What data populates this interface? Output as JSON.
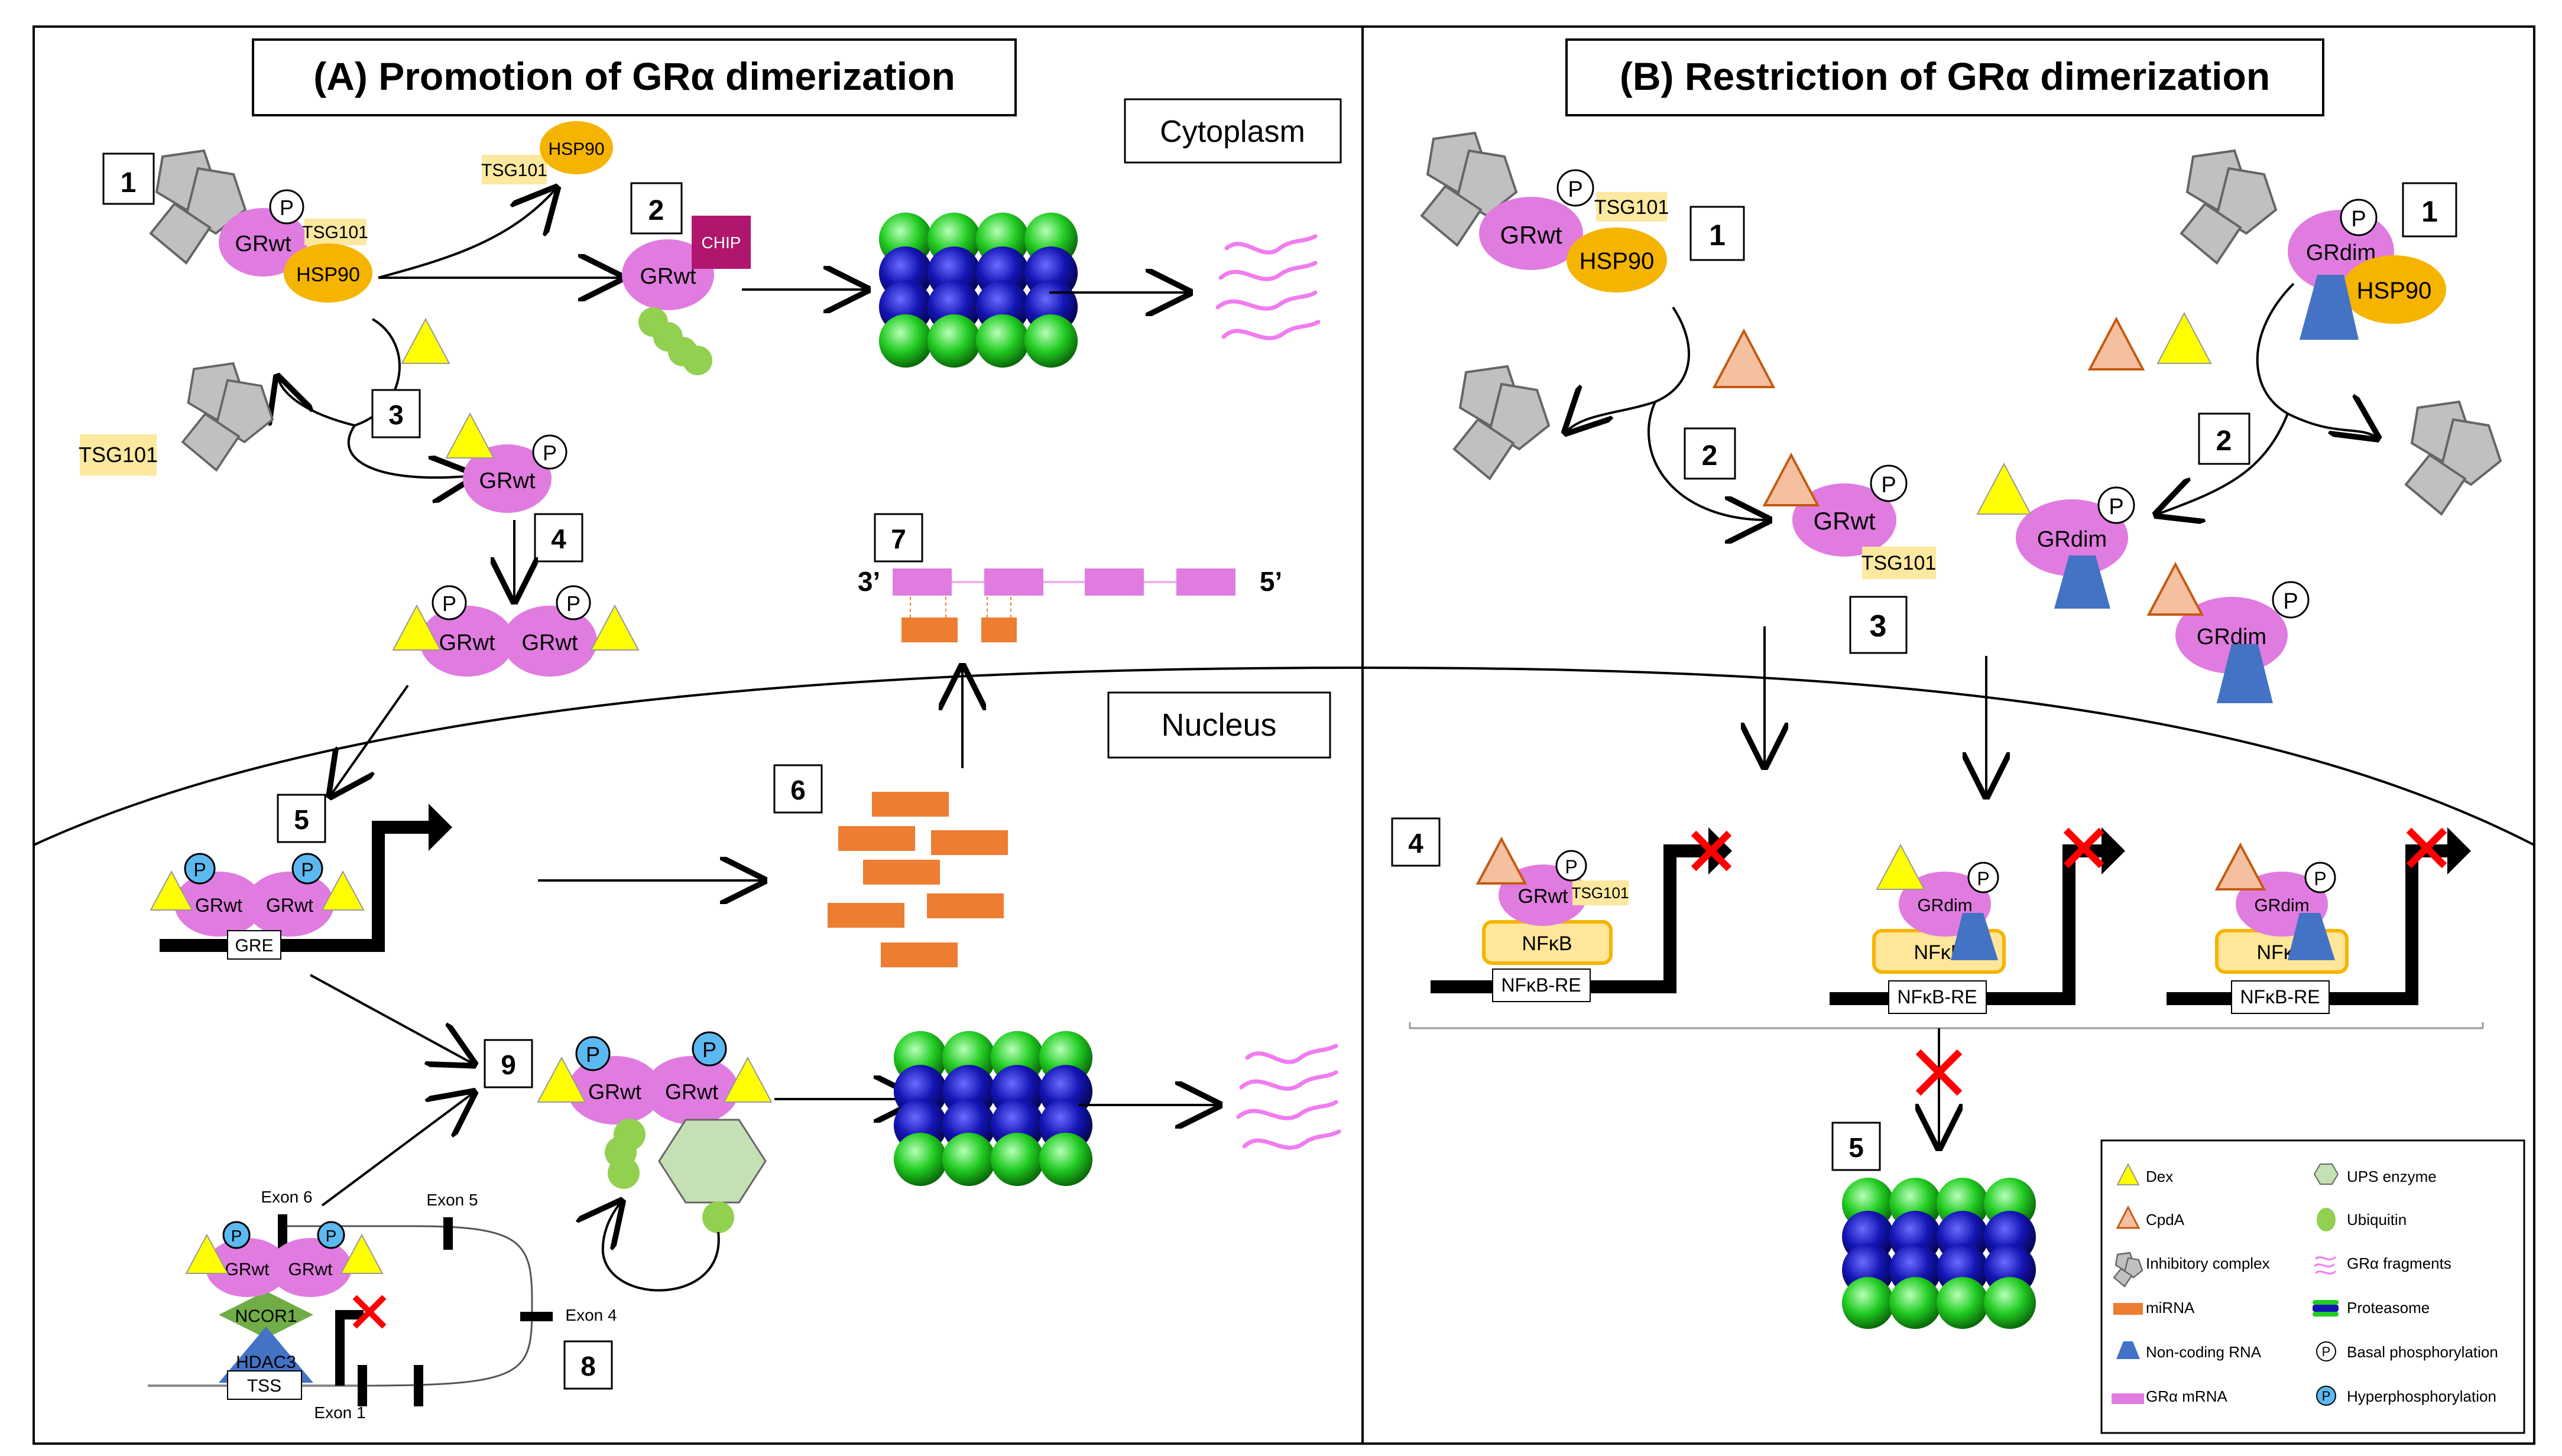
{
  "panel_a": {
    "title": "(A) Promotion of GRα dimerization",
    "cytoplasm_label": "Cytoplasm",
    "nucleus_label": "Nucleus",
    "steps": [
      "1",
      "2",
      "3",
      "4",
      "5",
      "6",
      "7",
      "8",
      "9"
    ],
    "grwt": "GRwt",
    "tsg101": "TSG101",
    "hsp90": "HSP90",
    "chip": "CHIP",
    "gre": "GRE",
    "p": "P",
    "mrna_3prime": "3’",
    "mrna_5prime": "5’",
    "exon6": "Exon 6",
    "exon5": "Exon 5",
    "exon4": "Exon 4",
    "exon1": "Exon 1",
    "ncor1": "NCOR1",
    "hdac3": "HDAC3",
    "tss": "TSS"
  },
  "panel_b": {
    "title": "(B) Restriction of GRα dimerization",
    "steps": [
      "1",
      "2",
      "3",
      "4",
      "5"
    ],
    "grwt": "GRwt",
    "grdim": "GRdim",
    "tsg101": "TSG101",
    "hsp90": "HSP90",
    "nfkb": "NFκB",
    "nfkb_re": "NFκB-RE",
    "p": "P"
  },
  "legend": {
    "items": [
      {
        "label": "Dex",
        "icon": "yellow-triangle-icon"
      },
      {
        "label": "CpdA",
        "icon": "orange-triangle-icon"
      },
      {
        "label": "Inhibitory complex",
        "icon": "inhibitory-complex-icon"
      },
      {
        "label": "miRNA",
        "icon": "orange-bar-icon"
      },
      {
        "label": "Non-coding RNA",
        "icon": "blue-trapezoid-icon"
      },
      {
        "label": "GRα mRNA",
        "icon": "pink-bar-icon"
      },
      {
        "label": "UPS enzyme",
        "icon": "hexagon-icon"
      },
      {
        "label": "Ubiquitin",
        "icon": "green-ellipse-icon"
      },
      {
        "label": "GRα fragments",
        "icon": "fragments-icon"
      },
      {
        "label": "Proteasome",
        "icon": "proteasome-icon"
      },
      {
        "label": "Basal phosphorylation",
        "icon": "white-p-circle-icon"
      },
      {
        "label": "Hyperphosphorylation",
        "icon": "blue-p-circle-icon"
      }
    ]
  },
  "colors": {
    "gr_pink": "#e07ce0",
    "hsp90_orange": "#f5b400",
    "tsg_yellow": "#fde8a0",
    "dex_yellow": "#ffff00",
    "cpda_orange": "#f5c0a0",
    "mirna_orange": "#ed7d31",
    "ncrna_blue": "#4472c4",
    "chip_magenta": "#b0166d",
    "ubiquitin_green": "#92d050",
    "ups_green": "#c5e0b4",
    "proteasome_blue": "#1a1ab8",
    "proteasome_green": "#3cd83c",
    "grey": "#bfbfbf",
    "hyperp_blue": "#5cb8f0"
  }
}
